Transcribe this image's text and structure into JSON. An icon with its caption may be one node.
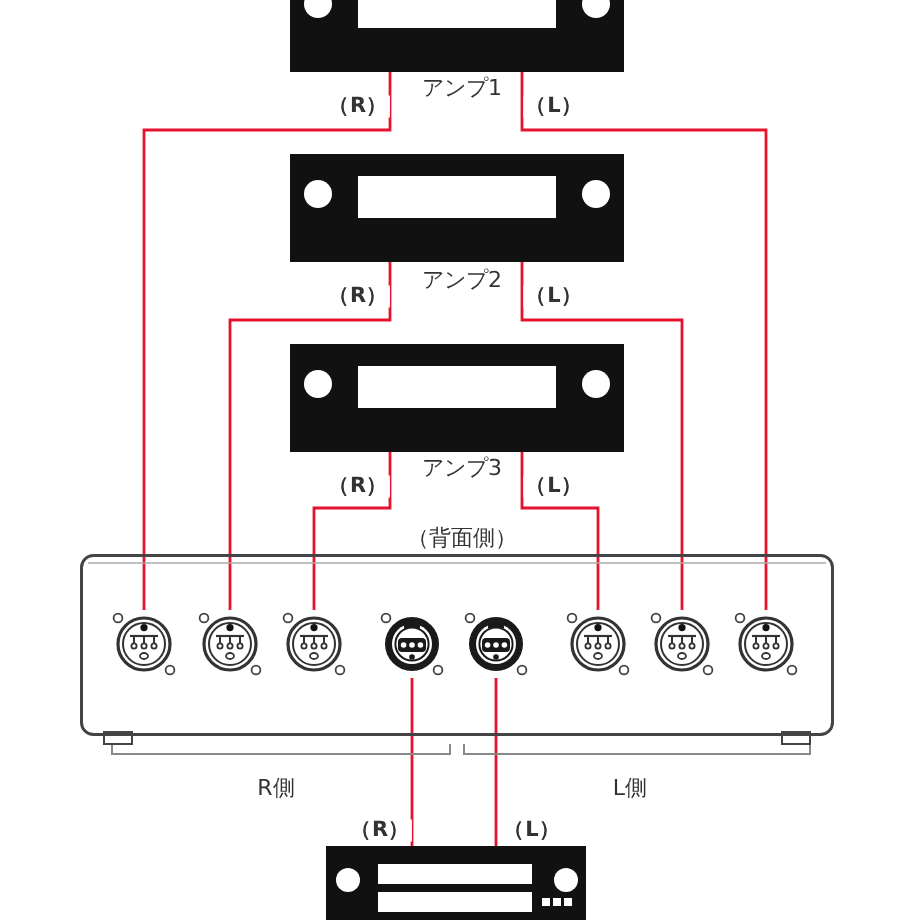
{
  "diagram": {
    "nodes": [
      {
        "text": [
          "アンプ1"
        ]
      },
      {
        "text": [
          "アンプ2"
        ]
      },
      {
        "text": [
          "アンプ3"
        ]
      },
      {
        "text": [
          "（背面側）"
        ]
      },
      {
        "text": [],
        "shape": "picture",
        "in": 3
      },
      {
        "text": [],
        "shape": "picture",
        "in": 3
      },
      {
        "text": [],
        "shape": "picture",
        "in": 3
      },
      {
        "text": [],
        "shape": "picture",
        "in": 3
      },
      {
        "text": [],
        "shape": "picture",
        "in": 3
      },
      {
        "text": [],
        "shape": "picture",
        "in": 3
      },
      {
        "text": [],
        "shape": "picture",
        "in": 3
      },
      {
        "text": [],
        "shape": "picture",
        "in": 3
      },
      {
        "text": [],
        "shape": "picture"
      }
    ],
    "edges": [
      {
        "from": 0,
        "to": 4,
        "arrow": "none",
        "label": "（R）"
      },
      {
        "from": 0,
        "to": 11,
        "arrow": "none",
        "label": "（L）"
      },
      {
        "from": 1,
        "to": 5,
        "arrow": "none",
        "label": "（R）"
      },
      {
        "from": 1,
        "to": 10,
        "arrow": "none",
        "label": "（L）"
      },
      {
        "from": 2,
        "to": 6,
        "arrow": "none",
        "label": "（R）"
      },
      {
        "from": 2,
        "to": 9,
        "arrow": "none",
        "label": "（L）"
      },
      {
        "from": 12,
        "to": 7,
        "arrow": "none",
        "label": "（R）"
      },
      {
        "from": 12,
        "to": 8,
        "arrow": "none",
        "label": "（L）"
      }
    ],
    "labels": [
      "R側",
      "L側"
    ]
  }
}
